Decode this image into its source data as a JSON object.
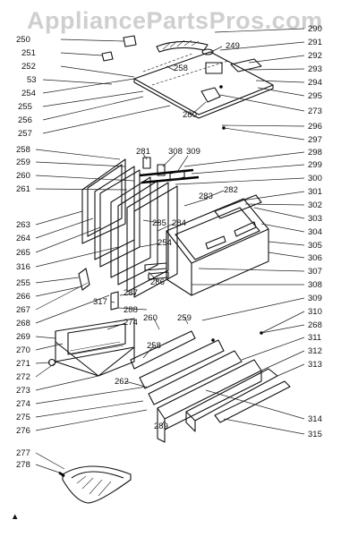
{
  "watermark": "AppliancePartsPros.com",
  "footer_mark": "▲",
  "left_labels": [
    "250",
    "251",
    "252",
    "53",
    "254",
    "255",
    "256",
    "257",
    "258",
    "259",
    "260",
    "261",
    "263",
    "264",
    "265",
    "316",
    "255",
    "266",
    "267",
    "268",
    "269",
    "270",
    "271",
    "272",
    "273",
    "274",
    "275",
    "276",
    "277",
    "278"
  ],
  "right_labels": [
    "290",
    "291",
    "292",
    "293",
    "294",
    "295",
    "273",
    "296",
    "297",
    "298",
    "299",
    "300",
    "301",
    "302",
    "303",
    "304",
    "305",
    "306",
    "307",
    "308",
    "309",
    "310",
    "268",
    "311",
    "312",
    "313",
    "314",
    "315"
  ],
  "center_labels": [
    "249",
    "258",
    "280",
    "281",
    "308",
    "309",
    "283",
    "282",
    "285",
    "284",
    "254",
    "286",
    "287",
    "288",
    "317",
    "260",
    "259",
    "274",
    "258",
    "262",
    "289"
  ]
}
